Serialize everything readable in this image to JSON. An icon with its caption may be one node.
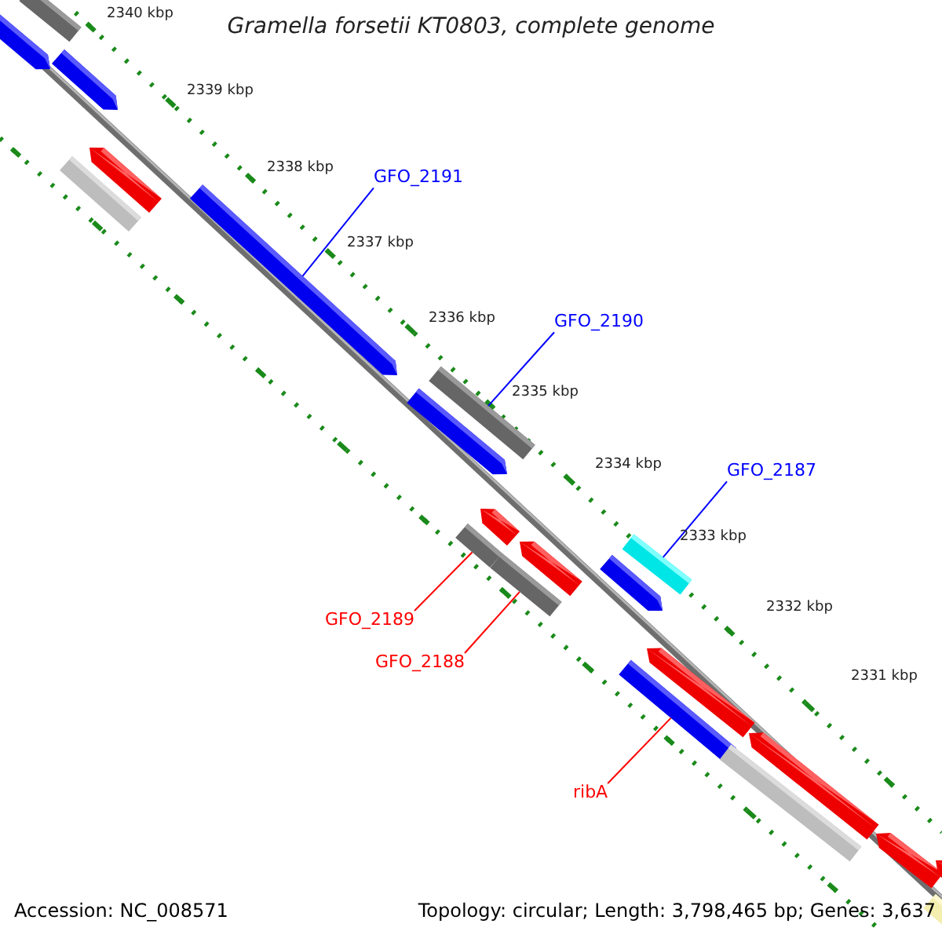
{
  "diagram": {
    "title": "Gramella forsetii KT0803, complete genome",
    "nodes": [
      {
        "text": [
          "GFO_2191"
        ]
      },
      {
        "text": [],
        "shape": "bar"
      },
      {
        "text": [
          "GFO_2190"
        ]
      },
      {
        "text": [],
        "shape": "bar"
      },
      {
        "text": [
          "GFO_2187"
        ]
      },
      {
        "text": [],
        "shape": "bar"
      },
      {
        "text": [
          "GFO_2189"
        ]
      },
      {
        "text": [],
        "shape": "bar"
      },
      {
        "text": [
          "GFO_2188"
        ]
      },
      {
        "text": [],
        "shape": "bar"
      },
      {
        "text": [
          "ribA"
        ]
      },
      {
        "text": [],
        "shape": "bar"
      }
    ],
    "edges": [
      {
        "from": 0,
        "to": 1,
        "arrow": "none"
      },
      {
        "from": 2,
        "to": 3,
        "arrow": "none"
      },
      {
        "from": 4,
        "to": 5,
        "arrow": "none"
      },
      {
        "from": 6,
        "to": 7,
        "arrow": "none",
        "color": "#ff0000"
      },
      {
        "from": 8,
        "to": 9,
        "arrow": "none",
        "color": "#ff0000"
      },
      {
        "from": 10,
        "to": 11,
        "arrow": "none",
        "color": "#ff0000"
      }
    ],
    "labels": [
      "2340 kbp",
      "2339 kbp",
      "2338 kbp",
      "2337 kbp",
      "2336 kbp",
      "2335 kbp",
      "2334 kbp",
      "2333 kbp",
      "2332 kbp",
      "2331 kbp",
      "Accession: NC_008571",
      "Topology: circular; Length: 3,798,465 bp; Genes: 3,637"
    ]
  }
}
